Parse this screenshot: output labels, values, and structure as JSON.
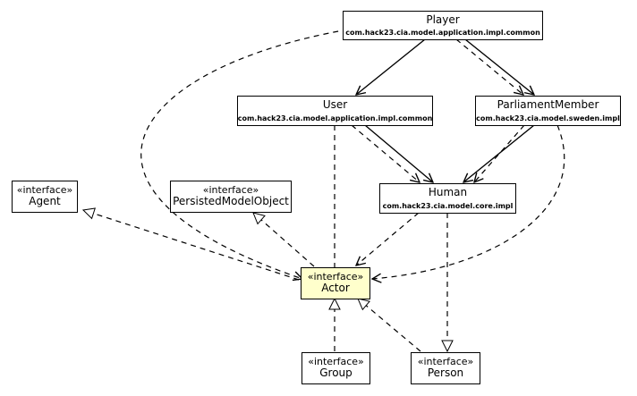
{
  "nodes": {
    "player": {
      "name": "Player",
      "pkg": "com.hack23.cia.model.application.impl.common"
    },
    "user": {
      "name": "User",
      "pkg": "com.hack23.cia.model.application.impl.common"
    },
    "parliament_member": {
      "name": "ParliamentMember",
      "pkg": "com.hack23.cia.model.sweden.impl"
    },
    "human": {
      "name": "Human",
      "pkg": "com.hack23.cia.model.core.impl"
    },
    "agent": {
      "stereotype": "«interface»",
      "name": "Agent"
    },
    "persisted_model_object": {
      "stereotype": "«interface»",
      "name": "PersistedModelObject"
    },
    "actor": {
      "stereotype": "«interface»",
      "name": "Actor"
    },
    "group": {
      "stereotype": "«interface»",
      "name": "Group"
    },
    "person": {
      "stereotype": "«interface»",
      "name": "Person"
    }
  },
  "colors": {
    "highlight_fill": "#ffffcc",
    "line": "#000000"
  }
}
